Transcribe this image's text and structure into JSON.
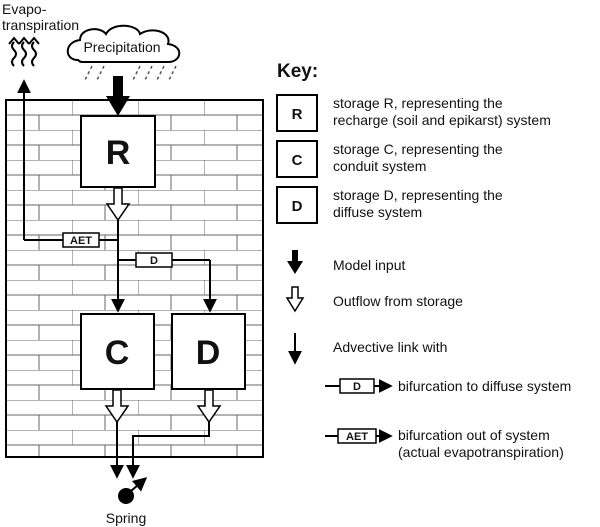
{
  "labels": {
    "evapotranspiration_line1": "Evapo-",
    "evapotranspiration_line2": "transpiration",
    "precipitation": "Precipitation",
    "spring": "Spring"
  },
  "boxes": {
    "r": "R",
    "c": "C",
    "d": "D"
  },
  "links": {
    "aet": "AET",
    "d": "D"
  },
  "key": {
    "title": "Key:",
    "r": {
      "letter": "R",
      "line1": "storage R, representing the",
      "line2": "recharge (soil and epikarst) system"
    },
    "c": {
      "letter": "C",
      "line1": "storage C, representing the",
      "line2": "conduit system"
    },
    "d": {
      "letter": "D",
      "line1": "storage D, representing the",
      "line2": "diffuse system"
    },
    "model_input": "Model input",
    "outflow": "Outflow from storage",
    "advective": "Advective link with",
    "bifurcation_diffuse": {
      "tag": "D",
      "text": "bifurcation to diffuse system"
    },
    "bifurcation_out": {
      "tag": "AET",
      "text_line1": "bifurcation out of system",
      "text_line2": "(actual evapotranspiration)"
    }
  }
}
